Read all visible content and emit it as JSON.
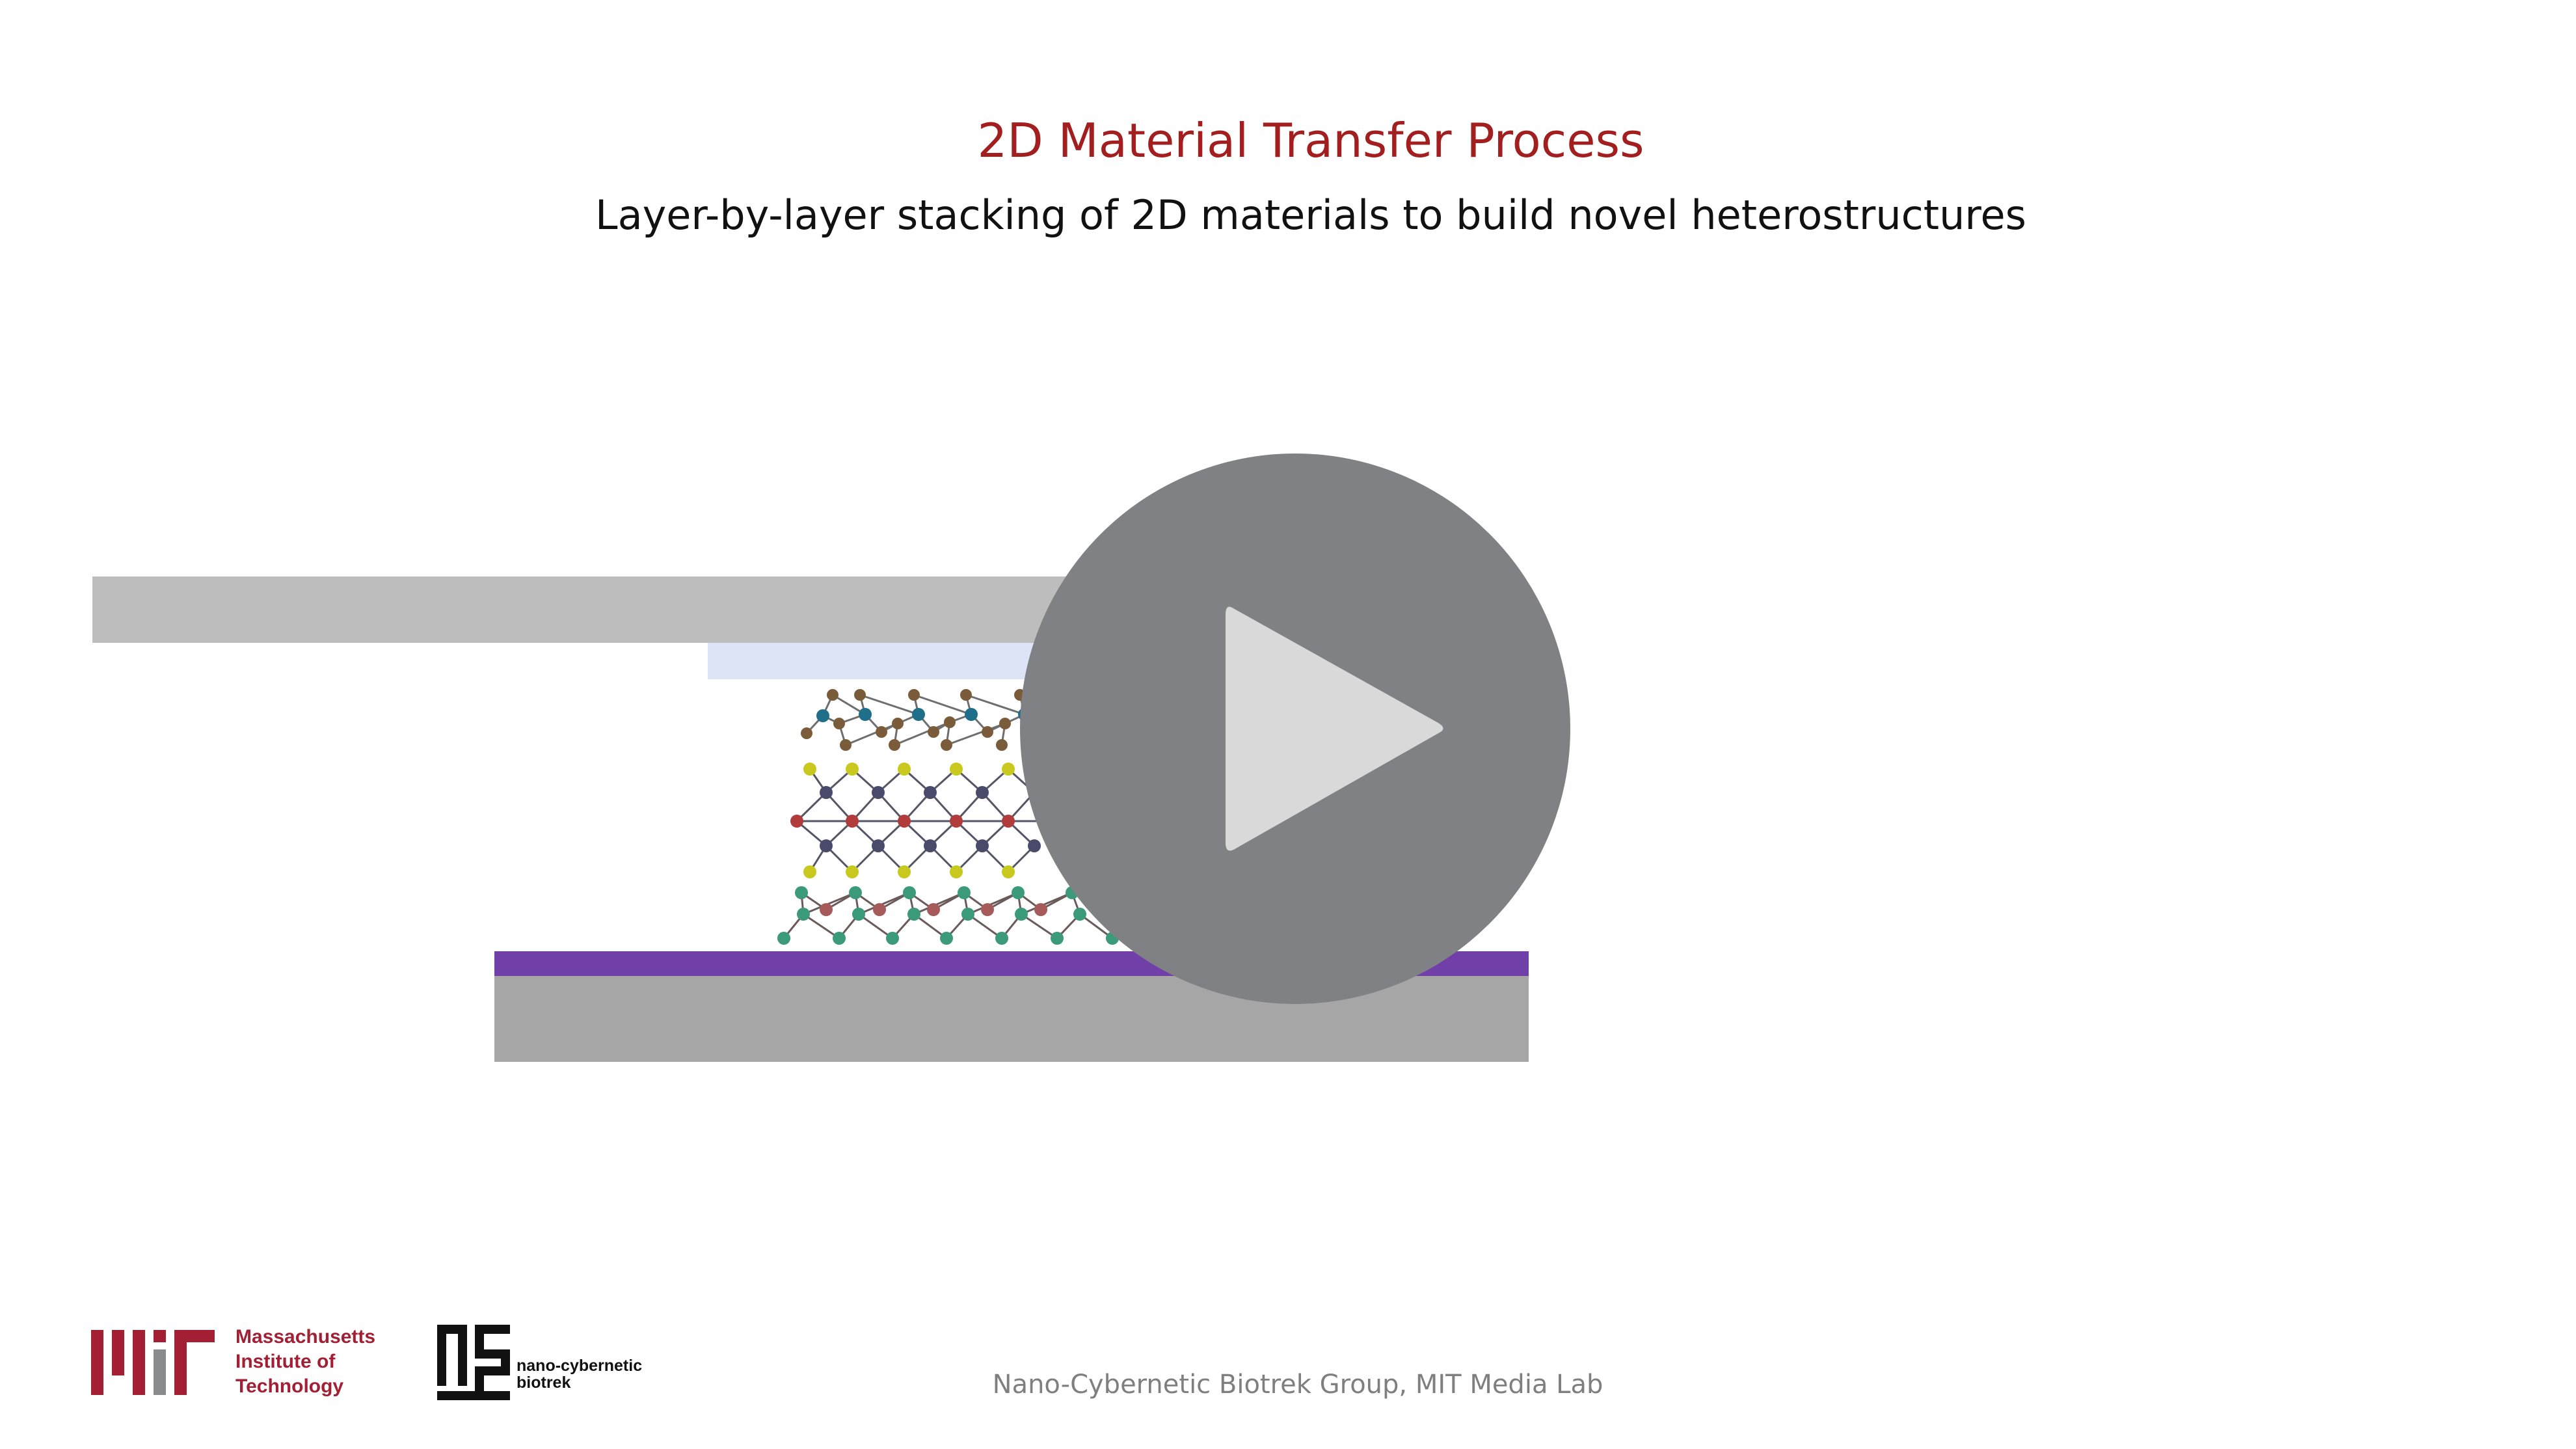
{
  "slide": {
    "title": "2D Material Transfer Process",
    "subtitle": "Layer-by-layer stacking of 2D materials to build novel heterostructures",
    "footer": "Nano-Cybernetic Biotrek Group, MIT Media Lab"
  },
  "mit_logo": {
    "line1": "Massachusetts",
    "line2": "Institute of",
    "line3": "Technology"
  },
  "ncb_logo": {
    "line1": "nano-cybernetic",
    "line2": "biotrek"
  },
  "video": {
    "play_icon": "play-icon"
  },
  "colors": {
    "title": "#a31f1f",
    "mit_red": "#a31f34",
    "stamp_gray": "#bdbdbd",
    "polymer_film": "#dce4f5",
    "substrate_oxide": "#7040a8",
    "substrate": "#a6a6a6",
    "play_overlay": "#808184",
    "play_triangle": "#d9d9d9"
  }
}
